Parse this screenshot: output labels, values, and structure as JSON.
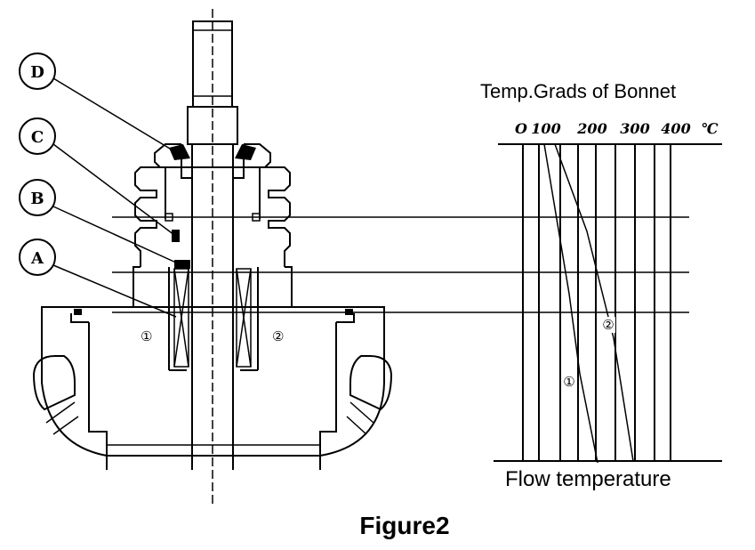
{
  "diagram": {
    "callouts": [
      "D",
      "C",
      "B",
      "A"
    ],
    "zones": [
      "①",
      "②"
    ],
    "chart": {
      "title": "Temp.Grads of Bonnet",
      "scale": [
        {
          "label": "O"
        },
        {
          "label": "100"
        },
        {
          "label": "200"
        },
        {
          "label": "300"
        },
        {
          "label": "400"
        },
        {
          "label": "℃"
        }
      ],
      "curve_labels": [
        "②",
        "①"
      ],
      "footer": "Flow temperature"
    },
    "figure_label": "Figure2"
  }
}
